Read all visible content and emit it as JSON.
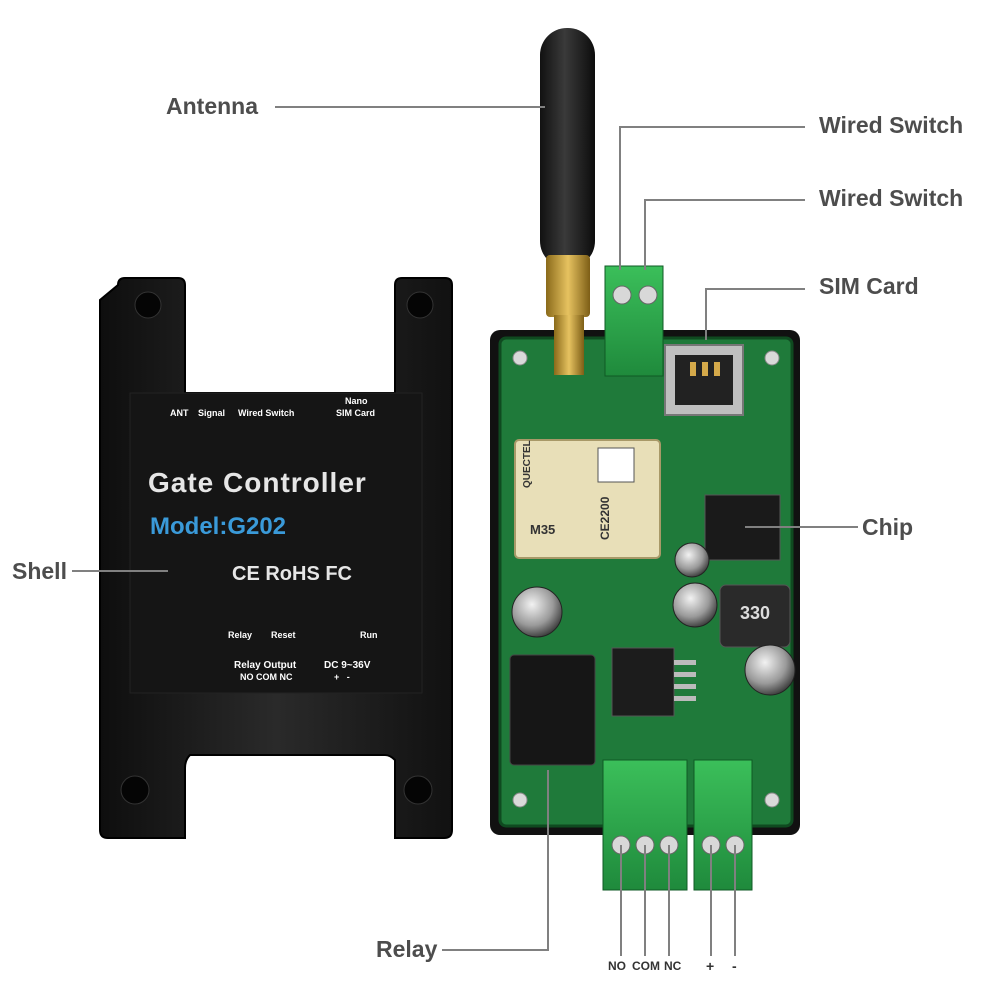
{
  "callouts": {
    "antenna": "Antenna",
    "wired_switch_1": "Wired Switch",
    "wired_switch_2": "Wired Switch",
    "sim_card": "SIM Card",
    "chip": "Chip",
    "shell": "Shell",
    "relay": "Relay"
  },
  "terminal_labels": {
    "no": "NO",
    "com": "COM",
    "nc": "NC",
    "plus": "+",
    "minus": "-"
  },
  "shell_print": {
    "ant": "ANT",
    "signal": "Signal",
    "wired_switch": "Wired Switch",
    "nano": "Nano",
    "sim_card": "SIM Card",
    "title": "Gate Controller",
    "model": "Model:G202",
    "certs": "CE RoHS FC",
    "relay": "Relay",
    "reset": "Reset",
    "run": "Run",
    "relay_output": "Relay Output",
    "no_com_nc": "NO COM NC",
    "dc": "DC 9~36V",
    "plus_minus": "+   -"
  },
  "board_print": {
    "module_brand": "QUECTEL",
    "module_model": "M35",
    "module_cert": "CE2200",
    "inductor": "330"
  },
  "colors": {
    "callout_text": "#4d4d4d",
    "leader_line": "#808080",
    "pcb": "#1f7a3a",
    "terminal": "#2fa84a",
    "shell": "#1a1a1a",
    "model_text": "#3a9ad9"
  }
}
